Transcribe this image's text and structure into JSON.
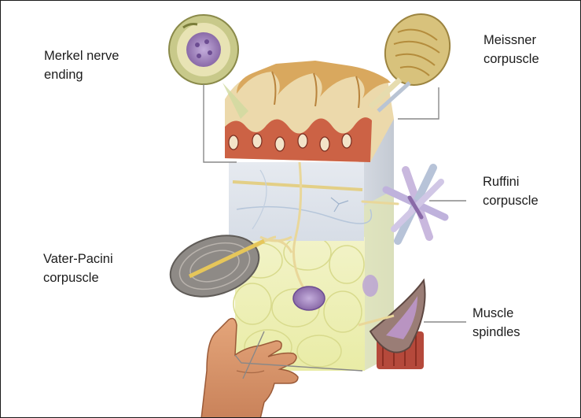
{
  "labels": {
    "merkel": {
      "line1": "Merkel nerve",
      "line2": "ending"
    },
    "meissner": {
      "line1": "Meissner",
      "line2": "corpuscle"
    },
    "ruffini": {
      "line1": "Ruffini",
      "line2": "corpuscle"
    },
    "pacini": {
      "line1": "Vater-Pacini",
      "line2": "corpuscle"
    },
    "spindles": {
      "line1": "Muscle",
      "line2": "spindles"
    }
  },
  "colors": {
    "stratum_corneum": "#d9a85e",
    "epidermis": "#e8d6a8",
    "dermal_papillae": "#c9543a",
    "dermis": "#dfe6ee",
    "hypodermis_fat": "#eef0b4",
    "nerve": "#e9d79a",
    "receptor_purple": "#a58ac4",
    "muscle": "#b5493b",
    "skin_hand": "#d9986b",
    "leader_line": "#888888"
  }
}
